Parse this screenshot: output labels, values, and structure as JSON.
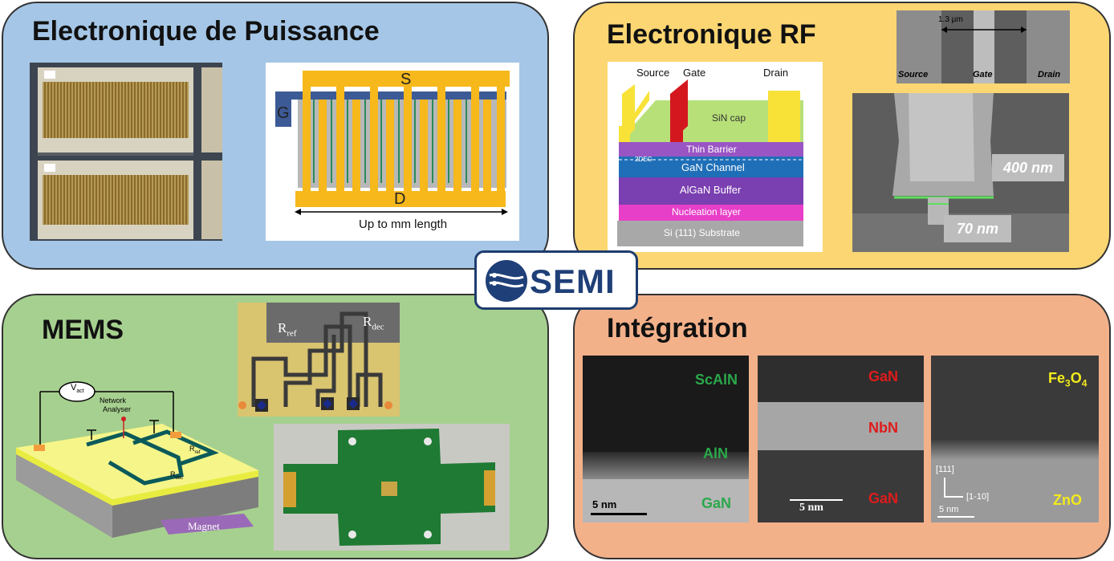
{
  "panels": {
    "power": {
      "title": "Electronique de Puissance",
      "diagram": {
        "source": "S",
        "gate": "G",
        "drain": "D",
        "caption": "Up to mm length"
      }
    },
    "rf": {
      "title": "Electronique RF",
      "stack": {
        "source": "Source",
        "gate": "Gate",
        "drain": "Drain",
        "layers": [
          "SiN cap",
          "Thin Barrier",
          "2DEG",
          "GaN Channel",
          "AlGaN Buffer",
          "Nucleation layer",
          "Si (111) Substrate"
        ]
      },
      "sem_top": {
        "scale": "1.3 µm",
        "source": "Source",
        "gate": "Gate",
        "drain": "Drain"
      },
      "sem_main": {
        "label_a": "400 nm",
        "label_b": "70 nm"
      }
    },
    "mems": {
      "title": "MEMS",
      "schematic": {
        "vact": "V",
        "vact_sub": "act",
        "analyser_1": "Network",
        "analyser_2": "Analyser",
        "rref": "R",
        "rref_sub": "ref",
        "rdec": "R",
        "rdec_sub": "dec",
        "magnet": "Magnet"
      },
      "micrograph": {
        "rref": "R",
        "rref_sub": "ref",
        "rdec": "R",
        "rdec_sub": "dec"
      }
    },
    "integration": {
      "title": "Intégration",
      "tem1": {
        "top": "ScAlN",
        "mid": "AlN",
        "bottom": "GaN",
        "scale": "5 nm"
      },
      "tem2": {
        "top": "GaN",
        "mid": "NbN",
        "bottom": "GaN",
        "scale": "5 nm"
      },
      "tem3": {
        "top": "Fe",
        "top_sub": "3",
        "top_2": "O",
        "top_sub2": "4",
        "dir1": "[111]",
        "dir2": "[1-10]",
        "scale": "5 nm",
        "bottom": "ZnO"
      }
    }
  },
  "logo": {
    "text": "SEMI"
  },
  "colors": {
    "power": "#a5c6e6",
    "rf": "#fbd672",
    "mems": "#a6d08f",
    "integration": "#f3b18a",
    "gold": "#f6b81b",
    "scaln": "#2aa84a",
    "red": "#e01b1b",
    "yellow": "#f3ea1c"
  }
}
